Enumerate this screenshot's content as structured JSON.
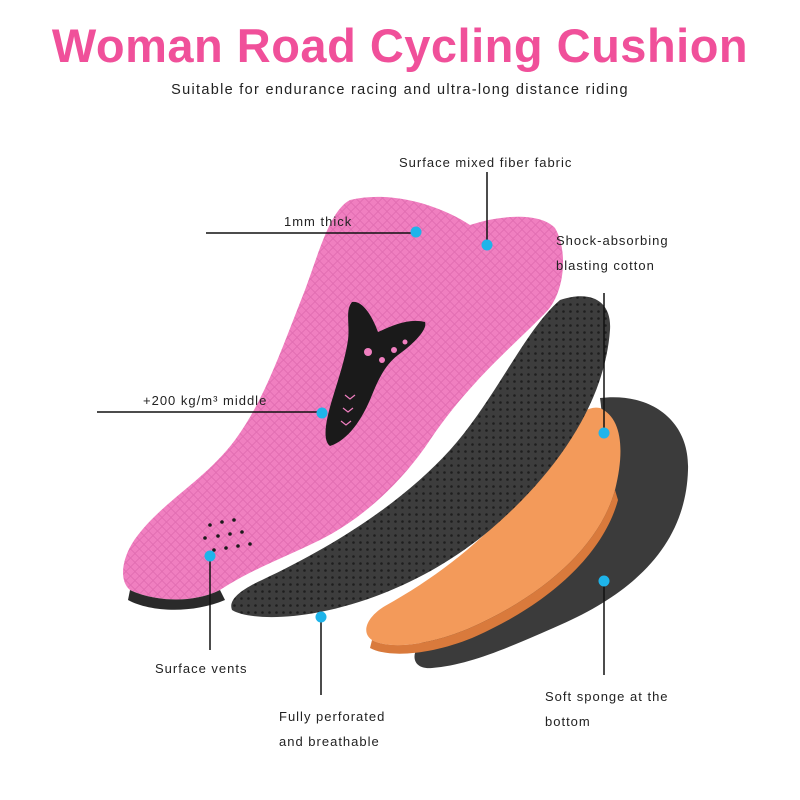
{
  "header": {
    "title": "Woman Road Cycling Cushion",
    "subtitle": "Suitable for endurance racing and ultra-long distance riding"
  },
  "callouts": {
    "surface_fabric": "Surface mixed fiber fabric",
    "thick": "1mm thick",
    "shock_line1": "Shock-absorbing",
    "shock_line2": "blasting cotton",
    "density": "+200 kg/m³ middle",
    "vents": "Surface vents",
    "perforated_line1": "Fully perforated",
    "perforated_line2": "and breathable",
    "sponge_line1": "Soft sponge at the",
    "sponge_line2": "bottom"
  },
  "colors": {
    "title_pink": "#f0509a",
    "pad_pink": "#f07fc0",
    "foam_gray": "#3a3a3a",
    "foam_orange": "#f39a5a",
    "dot_blue": "#1eb4ea"
  }
}
